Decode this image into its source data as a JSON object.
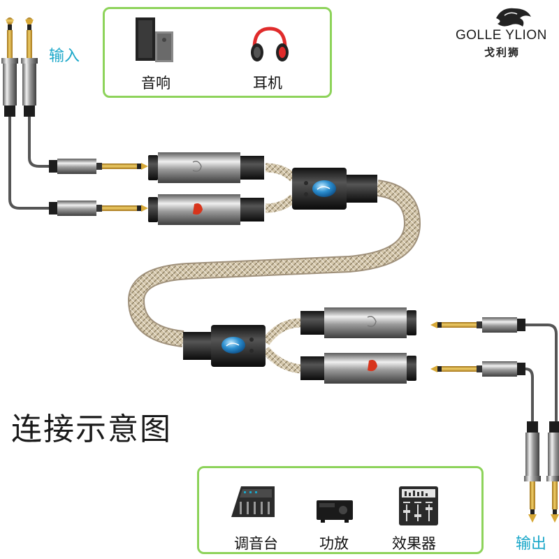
{
  "brand": {
    "name_en": "GOLLE YLION",
    "name_cn": "戈利狮"
  },
  "input": {
    "label": "输入",
    "devices": [
      {
        "label": "音响",
        "icon": "speaker-icon"
      },
      {
        "label": "耳机",
        "icon": "headphones-icon"
      }
    ]
  },
  "output": {
    "label": "输出",
    "devices": [
      {
        "label": "调音台",
        "icon": "mixer-icon"
      },
      {
        "label": "功放",
        "icon": "amplifier-icon"
      },
      {
        "label": "效果器",
        "icon": "effects-unit-icon"
      }
    ]
  },
  "diagram_title": "连接示意图",
  "colors": {
    "frame": "#8dd35a",
    "accent": "#1aa7c9",
    "gold": "#d4a52a",
    "cable": "#c9b99b"
  }
}
